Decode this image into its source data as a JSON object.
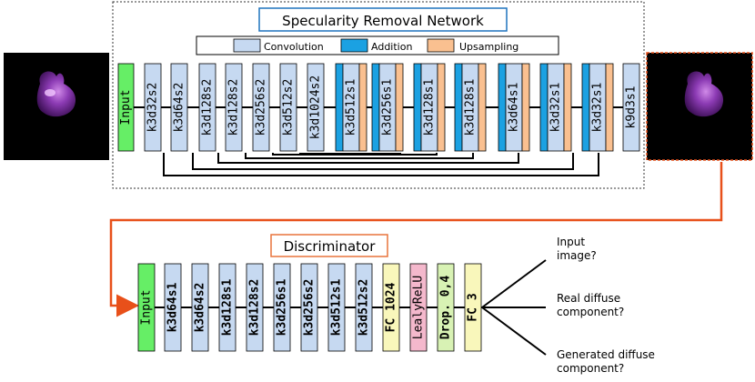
{
  "generator": {
    "title": "Specularity Removal Network",
    "legend": {
      "convolution": "Convolution",
      "addition": "Addition",
      "upsampling": "Upsampling"
    },
    "input_label": "Input",
    "layers": [
      {
        "label": "k3d32s2",
        "kind": "conv"
      },
      {
        "label": "k3d64s2",
        "kind": "conv"
      },
      {
        "label": "k3d128s2",
        "kind": "conv"
      },
      {
        "label": "k3d128s2",
        "kind": "conv"
      },
      {
        "label": "k3d256s2",
        "kind": "conv"
      },
      {
        "label": "k3d512s2",
        "kind": "conv"
      },
      {
        "label": "k3d1024s2",
        "kind": "conv"
      },
      {
        "label": "k3d512s1",
        "kind": "add-up"
      },
      {
        "label": "k3d256s1",
        "kind": "add-up"
      },
      {
        "label": "k3d128s1",
        "kind": "add-up"
      },
      {
        "label": "k3d128s1",
        "kind": "add-up"
      },
      {
        "label": "k3d64s1",
        "kind": "add-up"
      },
      {
        "label": "k3d32s1",
        "kind": "add-up"
      },
      {
        "label": "k3d32s1",
        "kind": "add-up"
      },
      {
        "label": "k9d3s1",
        "kind": "conv"
      }
    ]
  },
  "discriminator": {
    "title": "Discriminator",
    "input_label": "Input",
    "layers": [
      {
        "label": "k3d64s1",
        "kind": "conv"
      },
      {
        "label": "k3d64s2",
        "kind": "conv"
      },
      {
        "label": "k3d128s1",
        "kind": "conv"
      },
      {
        "label": "k3d128s2",
        "kind": "conv"
      },
      {
        "label": "k3d256s1",
        "kind": "conv"
      },
      {
        "label": "k3d256s2",
        "kind": "conv"
      },
      {
        "label": "k3d512s1",
        "kind": "conv"
      },
      {
        "label": "k3d512s2",
        "kind": "conv"
      },
      {
        "label": "FC 1024",
        "kind": "fc"
      },
      {
        "label": "LealyReLU",
        "kind": "relu"
      },
      {
        "label": "Drop. 0,4",
        "kind": "drop"
      },
      {
        "label": "FC 3",
        "kind": "fc"
      }
    ],
    "outputs": [
      [
        "Input",
        "image?"
      ],
      [
        "Real diffuse",
        "component?"
      ],
      [
        "Generated diffuse",
        "component?"
      ]
    ]
  },
  "colors": {
    "conv": "#c6d9f1",
    "addition": "#1ba1e2",
    "upsampling": "#fac090",
    "input": "#66ee66",
    "fc": "#f9f7bb",
    "relu": "#f4b8cc",
    "drop": "#d8f2b4",
    "title_gen_border": "#1e73be",
    "title_disc_border": "#e8743b",
    "arrow": "#e8501a"
  }
}
